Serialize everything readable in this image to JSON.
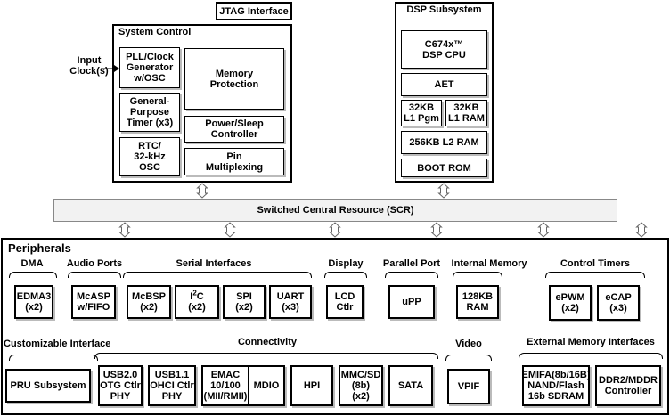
{
  "jtag": "JTAG Interface",
  "dsp": {
    "title": "DSP Subsystem",
    "cpu": "C674x™\nDSP CPU",
    "aet": "AET",
    "l1pgm": "32KB\nL1 Pgm",
    "l1ram": "32KB\nL1 RAM",
    "l2": "256KB L2 RAM",
    "boot": "BOOT ROM"
  },
  "sysctl": {
    "title": "System Control",
    "input_clock": "Input\nClock(s)",
    "pll": "PLL/Clock\nGenerator\nw/OSC",
    "timer": "General-\nPurpose\nTimer (x3)",
    "rtc": "RTC/\n32-kHz\nOSC",
    "memprot": "Memory\nProtection",
    "power": "Power/Sleep\nController",
    "pinmux": "Pin\nMultiplexing"
  },
  "scr": "Switched Central Resource (SCR)",
  "peripherals": {
    "title": "Peripherals",
    "groups": {
      "dma": "DMA",
      "audio": "Audio Ports",
      "serial": "Serial Interfaces",
      "display": "Display",
      "parallel": "Parallel Port",
      "intmem": "Internal Memory",
      "timers": "Control Timers",
      "custom": "Customizable Interface",
      "conn": "Connectivity",
      "video": "Video",
      "extmem": "External Memory Interfaces"
    },
    "edma": "EDMA3\n(x2)",
    "mcasp": "McASP\nw/FIFO",
    "mcbsp": "McBSP\n(x2)",
    "i2c_base": "I",
    "i2c_sup": "2",
    "i2c_rest": "C\n(x2)",
    "spi": "SPI\n(x2)",
    "uart": "UART\n(x3)",
    "lcd": "LCD\nCtlr",
    "upp": "uPP",
    "ram": "128KB\nRAM",
    "epwm": "ePWM\n(x2)",
    "ecap": "eCAP\n(x3)",
    "pru": "PRU Subsystem",
    "usb2": "USB2.0\nOTG Ctlr\nPHY",
    "usb1": "USB1.1\nOHCI Ctlr\nPHY",
    "emac": "EMAC\n10/100\n(MII/RMII)",
    "mdio": "MDIO",
    "hpi": "HPI",
    "mmc": "MMC/SD\n(8b)\n(x2)",
    "sata": "SATA",
    "vpif": "VPIF",
    "emifa": "EMIFA(8b/16B)\nNAND/Flash\n16b SDRAM",
    "ddr": "DDR2/MDDR\nController"
  }
}
